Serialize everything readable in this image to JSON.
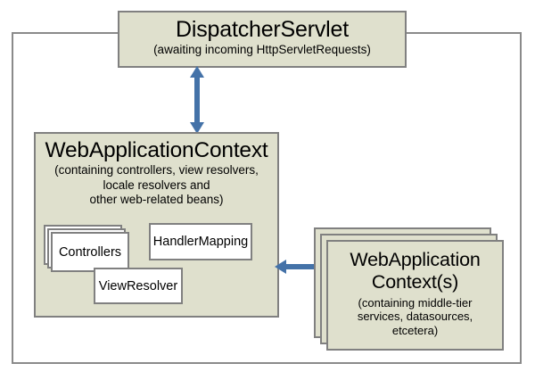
{
  "diagram": {
    "type": "architecture-block-diagram",
    "background": "#ffffff",
    "palette": {
      "box_fill": "#dfe0cd",
      "box_border": "#808080",
      "leaf_fill": "#ffffff",
      "arrow": "#4472a8",
      "frame_border": "#8a8a8a",
      "text": "#000000"
    },
    "outer_frame": {
      "label": ""
    },
    "dispatcher": {
      "title": "DispatcherServlet",
      "subtitle": "(awaiting incoming HttpServletRequests)"
    },
    "web_application_context": {
      "title": "WebApplicationContext",
      "subtitle_line1": "(containing controllers, view resolvers,",
      "subtitle_line2": "locale resolvers and",
      "subtitle_line3": "other web-related beans)",
      "beans": [
        {
          "label": "Controllers",
          "stacked": "true"
        },
        {
          "label": "HandlerMapping",
          "stacked": "false"
        },
        {
          "label": "ViewResolver",
          "stacked": "false"
        }
      ]
    },
    "root_contexts": {
      "title_line1": "WebApplication",
      "title_line2": "Context(s)",
      "subtitle_line1": "(containing middle-tier",
      "subtitle_line2": "services, datasources,",
      "subtitle_line3": "etcetera)",
      "stacked": "true",
      "stack_count": 3
    },
    "connectors": [
      {
        "name": "dispatcher-to-webapplicationcontext",
        "orientation": "vertical",
        "heads": "both"
      },
      {
        "name": "webapplicationcontext-to-root-contexts",
        "orientation": "horizontal",
        "heads": "both"
      }
    ]
  }
}
